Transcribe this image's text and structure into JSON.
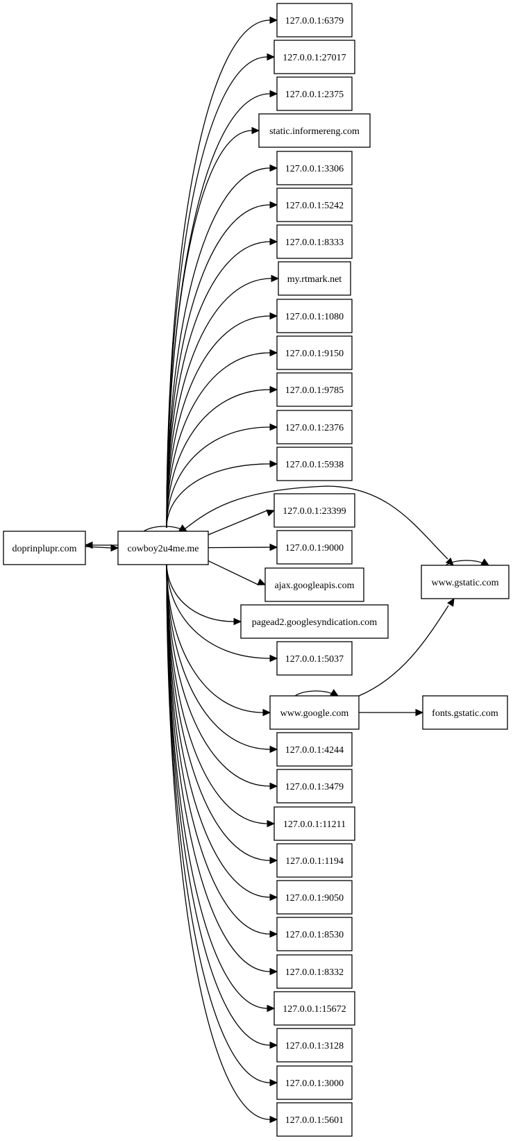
{
  "nodes": {
    "doprinplupr": "doprinplupr.com",
    "cowboy": "cowboy2u4me.me",
    "p6379": "127.0.0.1:6379",
    "p27017": "127.0.0.1:27017",
    "p2375": "127.0.0.1:2375",
    "informereng": "static.informereng.com",
    "p3306": "127.0.0.1:3306",
    "p5242": "127.0.0.1:5242",
    "p8333": "127.0.0.1:8333",
    "rtmark": "my.rtmark.net",
    "p1080": "127.0.0.1:1080",
    "p9150": "127.0.0.1:9150",
    "p9785": "127.0.0.1:9785",
    "p2376": "127.0.0.1:2376",
    "p5938": "127.0.0.1:5938",
    "p23399": "127.0.0.1:23399",
    "p9000": "127.0.0.1:9000",
    "ajax": "ajax.googleapis.com",
    "pagead2": "pagead2.googlesyndication.com",
    "p5037": "127.0.0.1:5037",
    "google": "www.google.com",
    "gstatic": "www.gstatic.com",
    "fonts": "fonts.gstatic.com",
    "p4244": "127.0.0.1:4244",
    "p3479": "127.0.0.1:3479",
    "p11211": "127.0.0.1:11211",
    "p1194": "127.0.0.1:1194",
    "p9050": "127.0.0.1:9050",
    "p8530": "127.0.0.1:8530",
    "p8332": "127.0.0.1:8332",
    "p15672": "127.0.0.1:15672",
    "p3128": "127.0.0.1:3128",
    "p3000": "127.0.0.1:3000",
    "p5601": "127.0.0.1:5601"
  },
  "edges": [
    [
      "doprinplupr",
      "cowboy"
    ],
    [
      "cowboy",
      "doprinplupr"
    ],
    [
      "cowboy",
      "cowboy"
    ],
    [
      "cowboy",
      "p6379"
    ],
    [
      "cowboy",
      "p27017"
    ],
    [
      "cowboy",
      "p2375"
    ],
    [
      "cowboy",
      "informereng"
    ],
    [
      "cowboy",
      "p3306"
    ],
    [
      "cowboy",
      "p5242"
    ],
    [
      "cowboy",
      "p8333"
    ],
    [
      "cowboy",
      "rtmark"
    ],
    [
      "cowboy",
      "p1080"
    ],
    [
      "cowboy",
      "p9150"
    ],
    [
      "cowboy",
      "p9785"
    ],
    [
      "cowboy",
      "p2376"
    ],
    [
      "cowboy",
      "p5938"
    ],
    [
      "cowboy",
      "gstatic"
    ],
    [
      "cowboy",
      "p23399"
    ],
    [
      "cowboy",
      "p9000"
    ],
    [
      "cowboy",
      "ajax"
    ],
    [
      "cowboy",
      "pagead2"
    ],
    [
      "cowboy",
      "p5037"
    ],
    [
      "cowboy",
      "google"
    ],
    [
      "cowboy",
      "p4244"
    ],
    [
      "cowboy",
      "p3479"
    ],
    [
      "cowboy",
      "p11211"
    ],
    [
      "cowboy",
      "p1194"
    ],
    [
      "cowboy",
      "p9050"
    ],
    [
      "cowboy",
      "p8530"
    ],
    [
      "cowboy",
      "p8332"
    ],
    [
      "cowboy",
      "p15672"
    ],
    [
      "cowboy",
      "p3128"
    ],
    [
      "cowboy",
      "p3000"
    ],
    [
      "cowboy",
      "p5601"
    ],
    [
      "google",
      "google"
    ],
    [
      "google",
      "gstatic"
    ],
    [
      "google",
      "fonts"
    ],
    [
      "gstatic",
      "gstatic"
    ]
  ]
}
